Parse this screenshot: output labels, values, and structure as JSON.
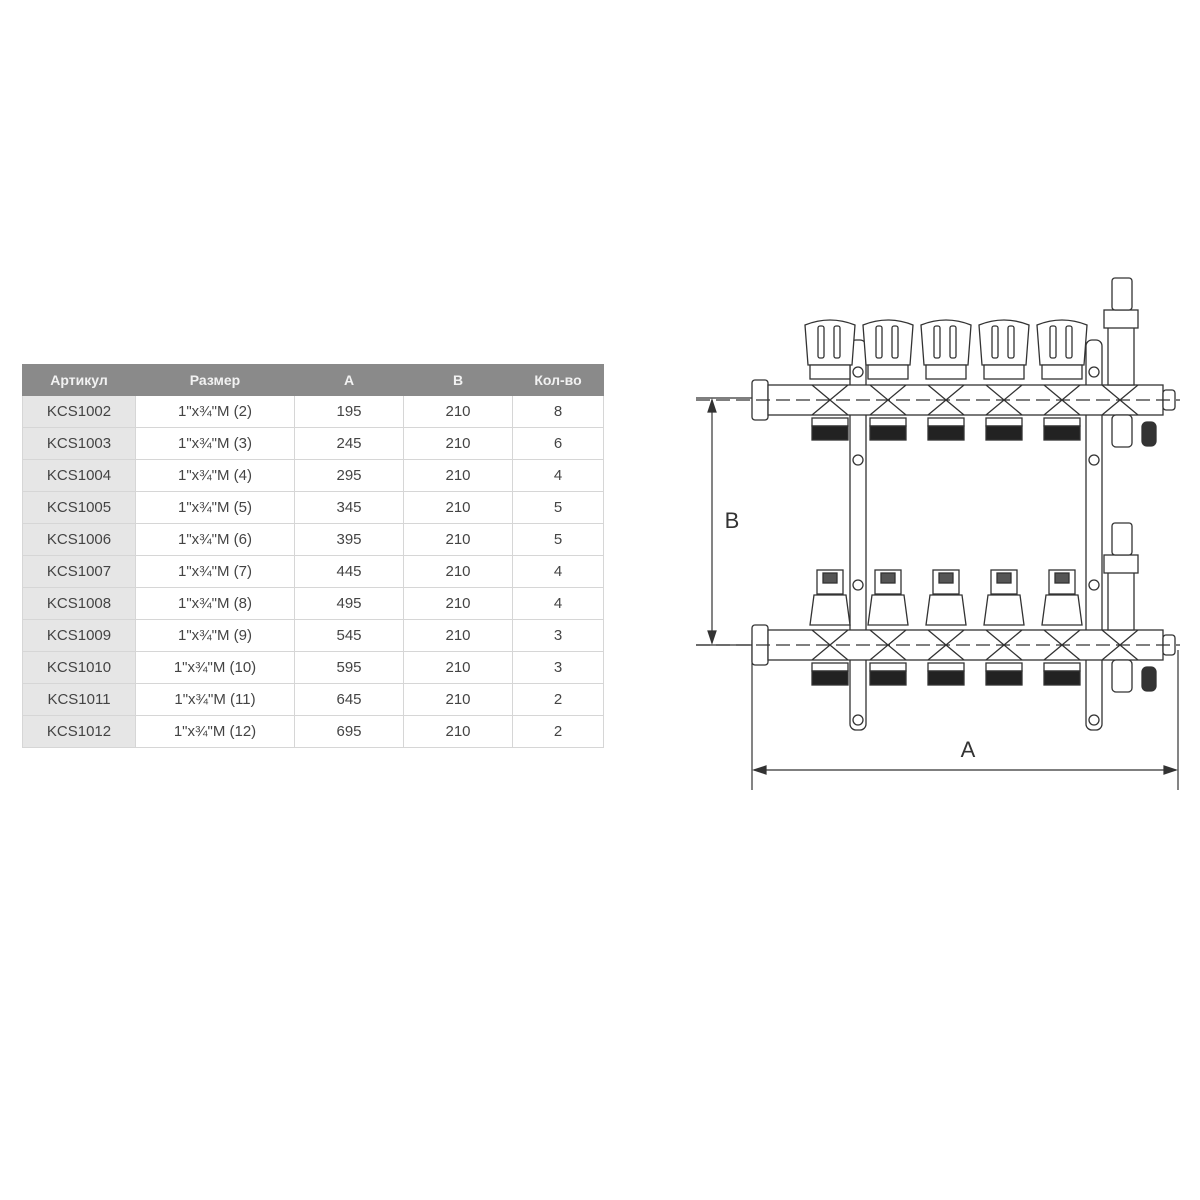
{
  "table": {
    "headers": [
      "Артикул",
      "Размер",
      "A",
      "B",
      "Кол-во"
    ],
    "rows": [
      [
        "KCS1002",
        "1\"x¾\"M (2)",
        "195",
        "210",
        "8"
      ],
      [
        "KCS1003",
        "1\"x¾\"M (3)",
        "245",
        "210",
        "6"
      ],
      [
        "KCS1004",
        "1\"x¾\"M (4)",
        "295",
        "210",
        "4"
      ],
      [
        "KCS1005",
        "1\"x¾\"M (5)",
        "345",
        "210",
        "5"
      ],
      [
        "KCS1006",
        "1\"x¾\"M (6)",
        "395",
        "210",
        "5"
      ],
      [
        "KCS1007",
        "1\"x¾\"M (7)",
        "445",
        "210",
        "4"
      ],
      [
        "KCS1008",
        "1\"x¾\"M (8)",
        "495",
        "210",
        "4"
      ],
      [
        "KCS1009",
        "1\"x¾\"M (9)",
        "545",
        "210",
        "3"
      ],
      [
        "KCS1010",
        "1\"x¾\"M (10)",
        "595",
        "210",
        "3"
      ],
      [
        "KCS1011",
        "1\"x¾\"M (11)",
        "645",
        "210",
        "2"
      ],
      [
        "KCS1012",
        "1\"x¾\"M (12)",
        "695",
        "210",
        "2"
      ]
    ]
  },
  "drawing": {
    "dimension_a_label": "A",
    "dimension_b_label": "B",
    "outlets": 5
  }
}
